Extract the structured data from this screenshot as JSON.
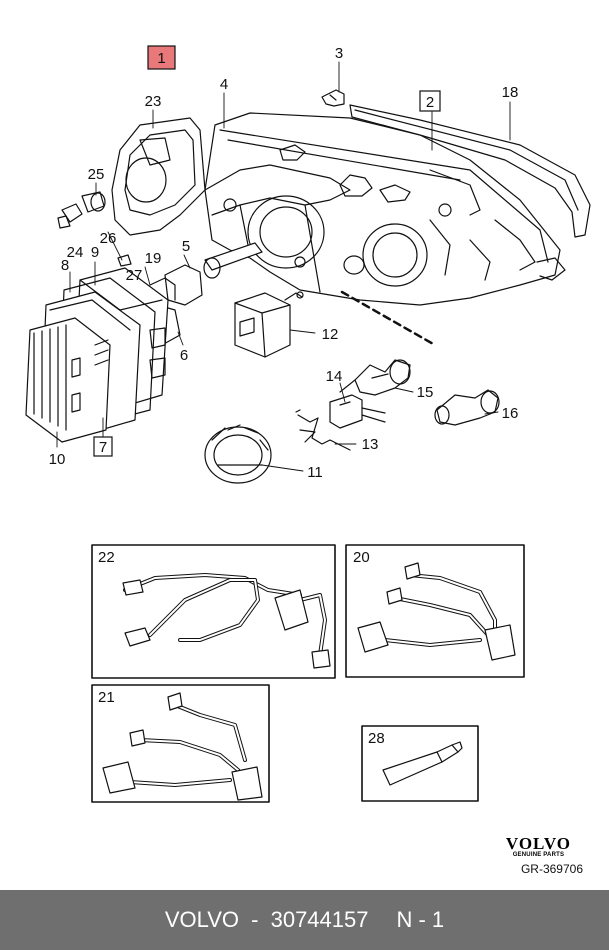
{
  "main_view": {
    "main_item_callout": "1",
    "callouts": [
      "3",
      "23",
      "4",
      "2",
      "18",
      "25",
      "26",
      "24",
      "9",
      "5",
      "8",
      "19",
      "27",
      "12",
      "6",
      "14",
      "15",
      "16",
      "13",
      "11",
      "10"
    ],
    "boxed_callouts": [
      "7"
    ]
  },
  "panels": [
    {
      "label": "22"
    },
    {
      "label": "20"
    },
    {
      "label": "21"
    },
    {
      "label": "28"
    }
  ],
  "brand": {
    "logo_text": "VOLVO",
    "subtitle": "GENUINE PARTS",
    "drawing_number": "GR-369706"
  },
  "footer": {
    "make": "VOLVO",
    "separator": "-",
    "part_number": "30744157",
    "position": "N - 1"
  },
  "colors": {
    "highlight_box": "#e8787a",
    "footer_bar": "#6f6f6f"
  }
}
